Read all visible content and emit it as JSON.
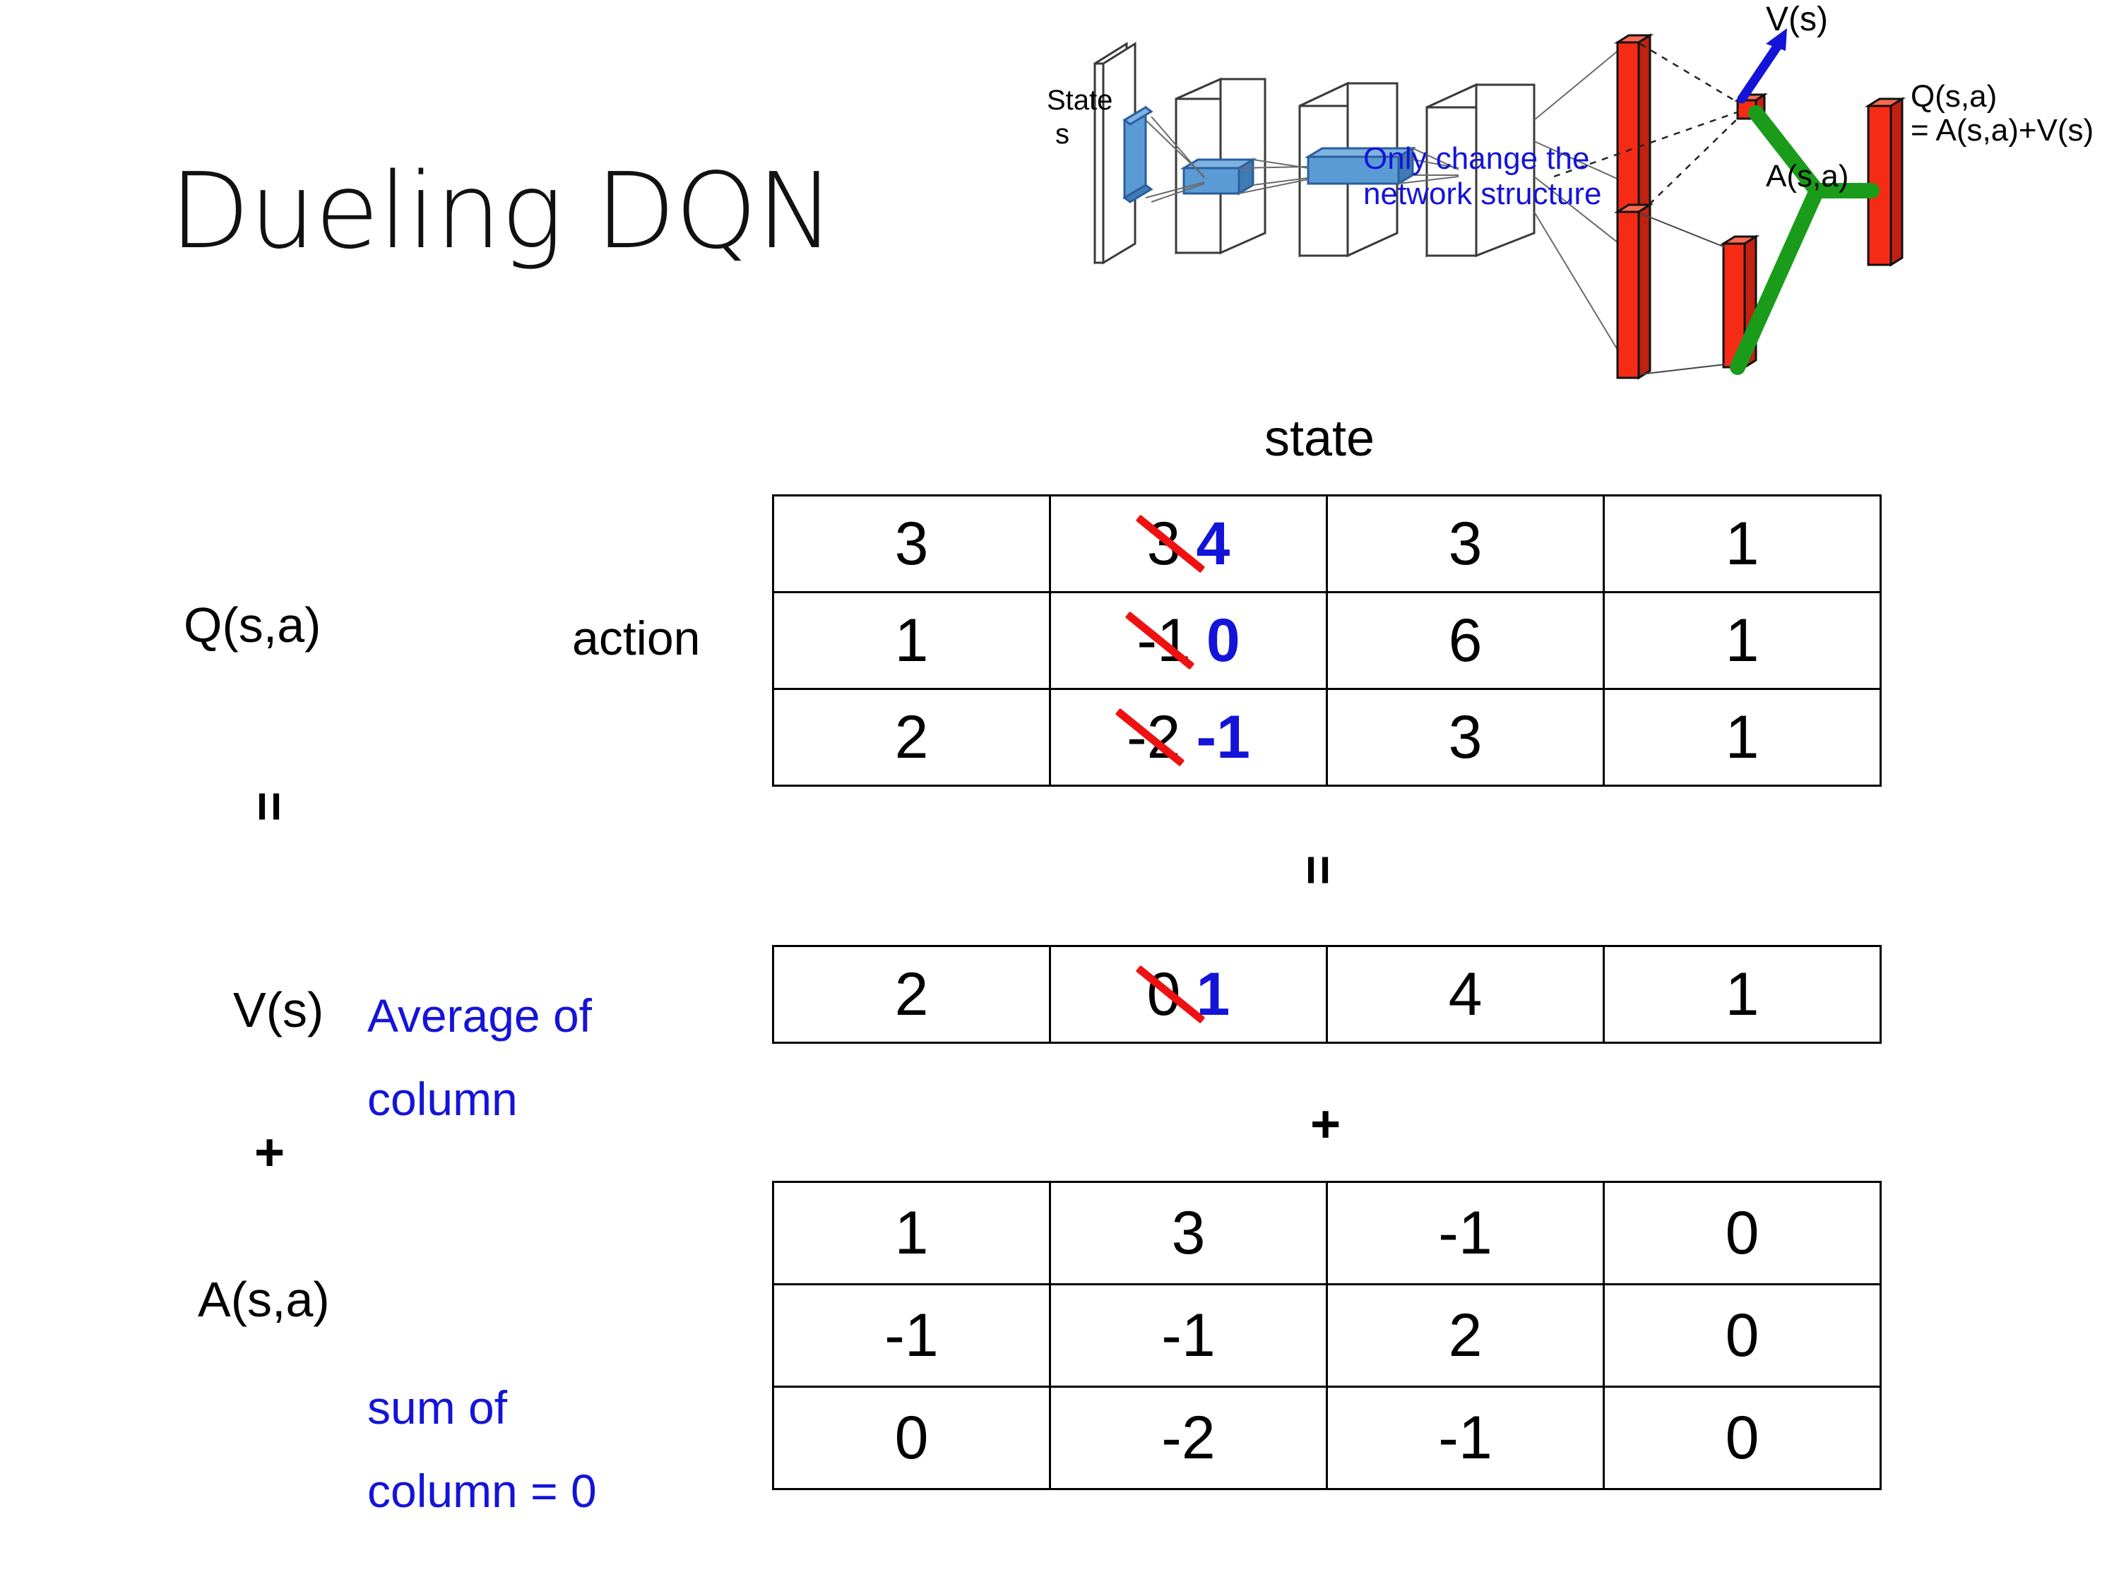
{
  "slide": {
    "title": "Dueling DQN",
    "axis": {
      "state_label": "state",
      "action_label": "action"
    }
  },
  "diagram": {
    "input_label_line1": "State",
    "input_label_line2": "s",
    "note_line1": "Only change the",
    "note_line2": "network structure",
    "value_stream_label": "V(s)",
    "advantage_stream_label": "A(s,a)",
    "output_label_line1": "Q(s,a)",
    "output_label_line2": "= A(s,a)+V(s)",
    "colors": {
      "note": "#1414d8",
      "value_arrow": "#1414d8",
      "combine": "#1a9c1a",
      "bars": "#f52b16",
      "conv": "#5b9bd5"
    }
  },
  "labels": {
    "q": "Q(s,a)",
    "equals": "=",
    "v": "V(s)",
    "plus": "+",
    "a": "A(s,a)",
    "v_note_line1": "Average of",
    "v_note_line2": "column",
    "a_note_line1": "sum of",
    "a_note_line2": "column = 0",
    "note_color": "#1414d8"
  },
  "chart_data": {
    "type": "table",
    "title": "Dueling DQN decomposition Q(s,a) = V(s) + A(s,a)",
    "columns_label": "state",
    "rows_label": "action",
    "n_states": 4,
    "n_actions": 3,
    "tables": [
      {
        "name": "Q(s,a)",
        "rows": [
          [
            "3",
            "3",
            "3",
            "1"
          ],
          [
            "1",
            "-1",
            "6",
            "1"
          ],
          [
            "2",
            "-2",
            "3",
            "1"
          ]
        ],
        "edits": [
          {
            "row": 0,
            "col": 1,
            "old": "3",
            "new": "4"
          },
          {
            "row": 1,
            "col": 1,
            "old": "-1",
            "new": "0"
          },
          {
            "row": 2,
            "col": 1,
            "old": "-2",
            "new": "-1"
          }
        ]
      },
      {
        "name": "V(s)",
        "rows": [
          [
            "2",
            "0",
            "4",
            "1"
          ]
        ],
        "edits": [
          {
            "row": 0,
            "col": 1,
            "old": "0",
            "new": "1"
          }
        ]
      },
      {
        "name": "A(s,a)",
        "rows": [
          [
            "1",
            "3",
            "-1",
            "0"
          ],
          [
            "-1",
            "-1",
            "2",
            "0"
          ],
          [
            "0",
            "-2",
            "-1",
            "0"
          ]
        ],
        "edits": []
      }
    ]
  }
}
